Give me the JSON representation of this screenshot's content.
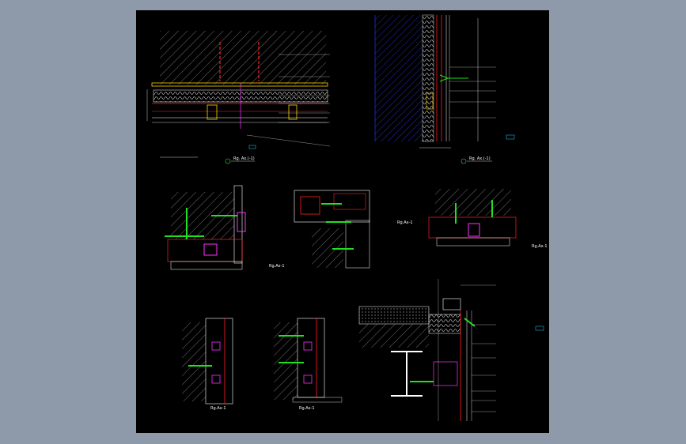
{
  "background_color": "#8e99aa",
  "sheet_color": "#000000",
  "colors": {
    "hatch": "#9a9a9a",
    "line": "#ffffff",
    "accent_red": "#ff2020",
    "accent_green": "#21e021",
    "accent_magenta": "#ff30ff",
    "accent_yellow": "#ffd400",
    "accent_cyan": "#29d0ff",
    "accent_blue": "#3040ff"
  },
  "views": [
    {
      "id": "v1",
      "caption": "Rg. Ax.(-1)"
    },
    {
      "id": "v2",
      "caption": "Rg. Ax.(-1)"
    },
    {
      "id": "v3",
      "caption": "Rg.Ax-1"
    },
    {
      "id": "v4",
      "caption": "Rg.Ax-1"
    },
    {
      "id": "v5",
      "caption": "Rg.Ax-1"
    },
    {
      "id": "v6",
      "caption": "Rg.Ax-1"
    },
    {
      "id": "v7",
      "caption": "Rg.Ax-1"
    }
  ]
}
